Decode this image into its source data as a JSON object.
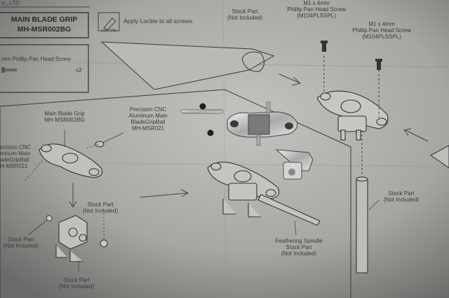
{
  "sheet": {
    "header_fragment": "o., LTD",
    "title_line1": "MAIN BLADE GRIP",
    "title_line2": "MH-MSR002BG",
    "loctite_label": "LOCTITE",
    "loctite_note": "Apply Loctite to all screws.",
    "parts_box_label": "mm Phillip Pan Head Screw",
    "parts_box_qty": "x2"
  },
  "callouts": {
    "stock_top": [
      "Stock Part",
      "(Not Included)"
    ],
    "screw_a": [
      "M1 x 4mm",
      "Phillip Pan Head Screw",
      "(M104PLSSPL)"
    ],
    "screw_b": [
      "M1 x 4mm",
      "Phillip Pan Head Screw",
      "(M104PLSSPL)"
    ],
    "main_grip": [
      "Main Blade Grip",
      "MH-MSR002BG"
    ],
    "precision_ball": [
      "Precision CNC",
      "Aluminum Main",
      "BladeGripBall",
      "MH-MSR021"
    ],
    "left_ball": [
      "ecision CNC",
      "minum Main",
      "adeGripBall",
      "H-MSR021"
    ],
    "stock_mid": [
      "Stock Part",
      "(Not Included)"
    ],
    "stock_left": [
      "Stock Part",
      "(Not Included)"
    ],
    "stock_bottom": [
      "Stock Part",
      "(Not Included)"
    ],
    "stock_right": [
      "Stock Part",
      "(Not Included)"
    ],
    "feathering": [
      "Feathering Spindle",
      "Stock Part",
      "(Not Included)"
    ]
  },
  "colors": {
    "paper": "#b7b7b4",
    "ink": "#3a3a3a",
    "metal": "#c9c9c9"
  }
}
